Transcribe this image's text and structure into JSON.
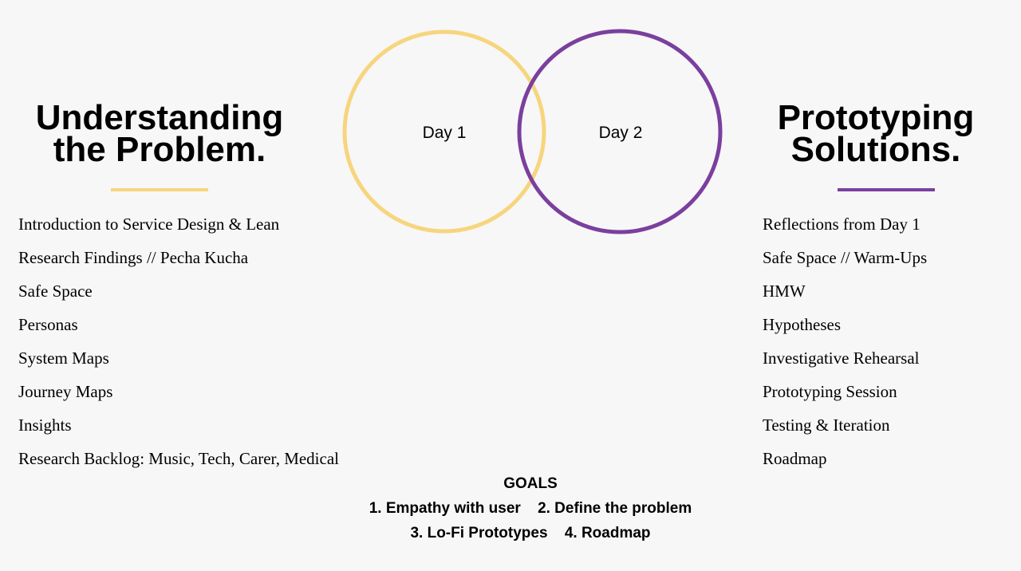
{
  "colors": {
    "day1": "#f7d57e",
    "day2": "#7b3f9e",
    "background": "#f7f7f7"
  },
  "venn": {
    "day1_label": "Day 1",
    "day2_label": "Day 2"
  },
  "left": {
    "title_line1": "Understanding",
    "title_line2": "the Problem.",
    "items": [
      "Introduction to Service Design & Lean",
      "Research Findings // Pecha Kucha",
      "Safe Space",
      "Personas",
      "System Maps",
      "Journey Maps",
      "Insights",
      "Research Backlog: Music, Tech, Carer, Medical"
    ]
  },
  "right": {
    "title_line1": "Prototyping",
    "title_line2": "Solutions.",
    "items": [
      "Reflections from Day 1",
      "Safe Space // Warm-Ups",
      "HMW",
      "Hypotheses",
      "Investigative Rehearsal",
      "Prototyping Session",
      "Testing & Iteration",
      "Roadmap"
    ]
  },
  "goals": {
    "heading": "GOALS",
    "items": [
      "1. Empathy with user",
      "2. Define the problem",
      "3. Lo-Fi Prototypes",
      "4. Roadmap"
    ]
  }
}
